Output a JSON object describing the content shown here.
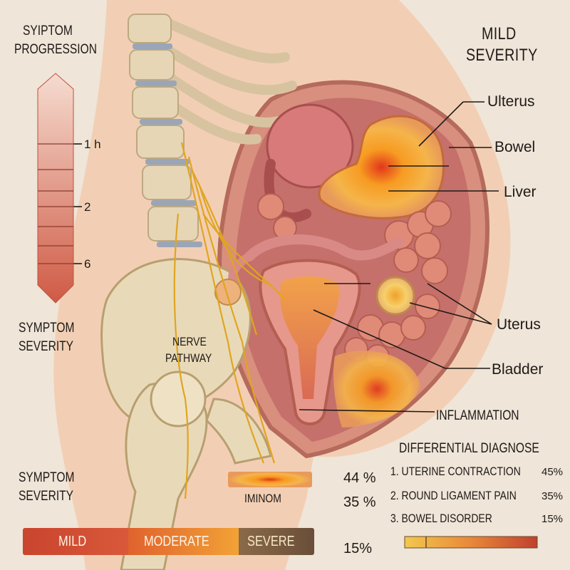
{
  "progression": {
    "title_line1": "SYIPTOM",
    "title_line2": "PROGRESSION",
    "ticks": [
      "1 h",
      "2",
      "6"
    ]
  },
  "severity_header": {
    "line1": "MILD",
    "line2": "SEVERITY"
  },
  "left_labels": {
    "severity_a_line1": "SYMPTOM",
    "severity_a_line2": "SEVERITY",
    "nerve_line1": "NERVE",
    "nerve_line2": "PATHWAY",
    "severity_b_line1": "SYMPTOM",
    "severity_b_line2": "SEVERITY"
  },
  "organ_labels": {
    "ulterus": "Ulterus",
    "bowel": "Bowel",
    "liver": "Liver",
    "uterus": "Uterus",
    "bladder": "Bladder",
    "inflammation": "INFLAMMATION"
  },
  "differential": {
    "title": "DIFFERENTIAL DIAGNOSE",
    "items": [
      {
        "label": "1. UTERINE CONTRACTION",
        "value": "45%"
      },
      {
        "label": "2. ROUND LIGAMENT PAIN",
        "value": "35%"
      },
      {
        "label": "3. BOWEL DISORDER",
        "value": "15%"
      }
    ]
  },
  "mini_bar": {
    "label": "IMINOM"
  },
  "percentages": [
    "44 %",
    "35 %",
    "15%"
  ],
  "severity_scale": [
    "MILD",
    "MODERATE",
    "SEVERE"
  ],
  "colors": {
    "background": "#efe5d8",
    "mild": "#c9452e",
    "moderate": "#ef9a2e",
    "severe": "#8a6a48",
    "inflammation": "#f08a1e",
    "nerve": "#e0a520"
  }
}
